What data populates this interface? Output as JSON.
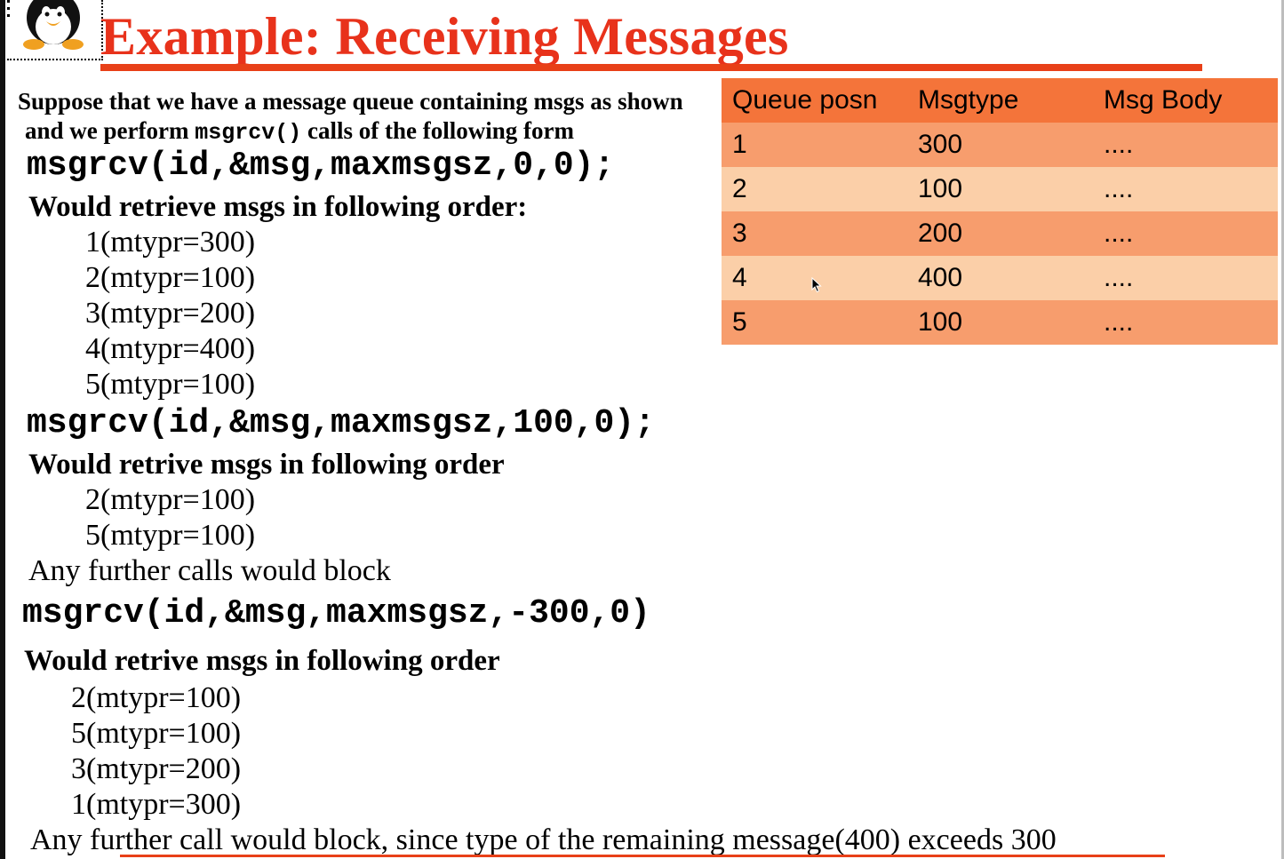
{
  "slide": {
    "title": "Example: Receiving Messages",
    "intro_line1": "Suppose that we have a message queue containing msgs as shown",
    "intro_line2_prefix": "and we perform ",
    "intro_line2_code": "msgrcv()",
    "intro_line2_suffix": " calls of the following form",
    "sections": [
      {
        "call": "msgrcv(id,&msg,maxmsgsz,0,0);",
        "heading": "Would retrieve msgs in following order:",
        "items": [
          "1(mtypr=300)",
          "2(mtypr=100)",
          "3(mtypr=200)",
          "4(mtypr=400)",
          "5(mtypr=100)"
        ],
        "note": ""
      },
      {
        "call": "msgrcv(id,&msg,maxmsgsz,100,0);",
        "heading": "Would retrive msgs in following order",
        "items": [
          "2(mtypr=100)",
          "5(mtypr=100)"
        ],
        "note": "Any further calls would block"
      },
      {
        "call": "msgrcv(id,&msg,maxmsgsz,-300,0)",
        "heading": "Would retrive msgs in following order",
        "items": [
          "2(mtypr=100)",
          "5(mtypr=100)",
          "3(mtypr=200)",
          "1(mtypr=300)"
        ],
        "note": "Any further call would block, since type of the remaining message(400) exceeds 300"
      }
    ]
  },
  "queue_table": {
    "headers": [
      "Queue  posn",
      "Msgtype",
      "Msg Body"
    ],
    "rows": [
      [
        "1",
        "300",
        "...."
      ],
      [
        "2",
        "100",
        "...."
      ],
      [
        "3",
        "200",
        "...."
      ],
      [
        "4",
        "400",
        "...."
      ],
      [
        "5",
        "100",
        "...."
      ]
    ]
  },
  "colors": {
    "title": "#e8321b",
    "rule": "#e84018",
    "table_header": "#f4743a",
    "table_row_dark": "#f79d6d",
    "table_row_light": "#fbcfa8"
  },
  "icons": {
    "logo": "tux-penguin-icon",
    "pointer": "mouse-cursor-icon"
  }
}
